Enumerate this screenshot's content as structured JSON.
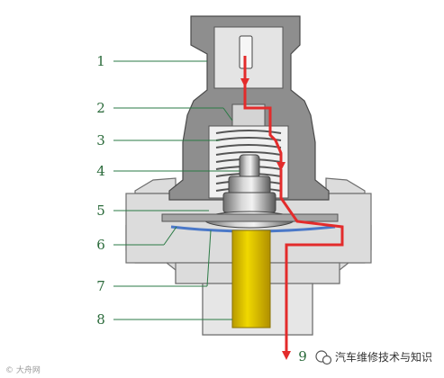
{
  "callouts": [
    {
      "id": "1",
      "label": "1"
    },
    {
      "id": "2",
      "label": "2"
    },
    {
      "id": "3",
      "label": "3"
    },
    {
      "id": "4",
      "label": "4"
    },
    {
      "id": "5",
      "label": "5"
    },
    {
      "id": "6",
      "label": "6"
    },
    {
      "id": "7",
      "label": "7"
    },
    {
      "id": "8",
      "label": "8"
    },
    {
      "id": "9",
      "label": "9"
    }
  ],
  "watermark": {
    "channel": "汽车维修技术与知识",
    "corner": "© 大舟网"
  },
  "colors": {
    "housing_light": "#d9d9d9",
    "housing_dark": "#8c8c8c",
    "flow_arrow": "#e32b2b",
    "insert_yellow": "#e2c400",
    "seal_blue": "#4a78c8",
    "leader_green": "#2a7a44"
  }
}
